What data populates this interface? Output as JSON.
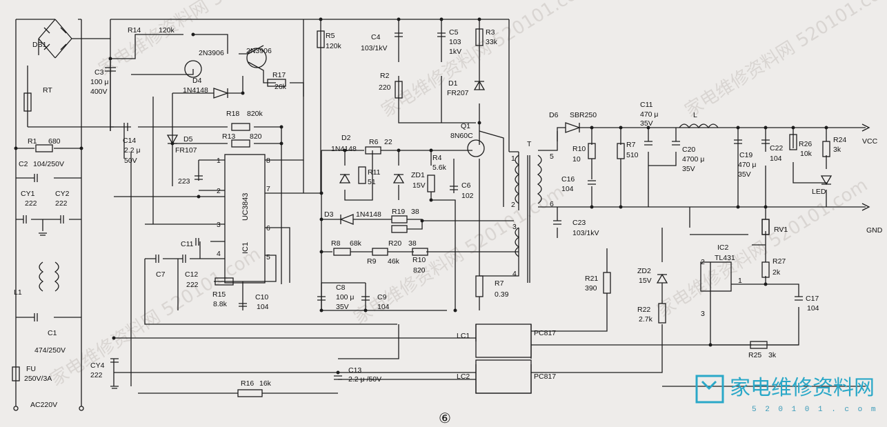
{
  "labels": {
    "DB1": "DB1",
    "RT": "RT",
    "R1": "R1",
    "R1v": "680",
    "C2": "C2",
    "C2v": "104/250V",
    "CY1": "CY1",
    "CY1v": "222",
    "CY2": "CY2",
    "CY2v": "222",
    "L1": "L1",
    "C1": "C1",
    "C1v": "474/250V",
    "FU": "FU",
    "FUv": "250V/3A",
    "AC": "AC220V",
    "R14": "R14",
    "R14v": "120k",
    "Q_A": "2N3906",
    "Q_B": "2N3906",
    "C3": "C3",
    "C3v1": "100 μ",
    "C3v2": "400V",
    "D4": "D4",
    "D4v": "1N4148",
    "R17": "R17",
    "R17v": "26k",
    "R18": "R18",
    "R18v": "820k",
    "C14": "C14",
    "C14v1": "2.2 μ",
    "C14v2": "50V",
    "D5": "D5",
    "D5v": "FR107",
    "R13": "R13",
    "R13v": "820",
    "C223": "223",
    "IC1": "IC1",
    "UC": "UC3843",
    "C11": "C11",
    "C7": "C7",
    "C12": "C12",
    "C12v": "222",
    "R15": "R15",
    "R15v": "8.8k",
    "C10": "C10",
    "C10v": "104",
    "p1": "1",
    "p2": "2",
    "p3": "3",
    "p4": "4",
    "p5": "5",
    "p6": "6",
    "p7": "7",
    "p8": "8",
    "R5": "R5",
    "R5v": "120k",
    "C4": "C4",
    "C4v": "103/1kV",
    "C5": "C5",
    "C5v1": "103",
    "C5v2": "1kV",
    "R3": "R3",
    "R3v": "33k",
    "R2": "R2",
    "R2v": "220",
    "D1": "D1",
    "D1v": "FR207",
    "Q1": "Q1",
    "Q1v": "8N60C",
    "D2": "D2",
    "D2v": "1N4148",
    "R6": "R6",
    "R6v": "22",
    "R11": "R11",
    "R11v": "51",
    "R4": "R4",
    "R4v": "5.6k",
    "ZD1": "ZD1",
    "ZD1v": "15V",
    "C6": "C6",
    "C6v": "102",
    "D3": "D3",
    "D3v": "1N4148",
    "R19": "R19",
    "R19v": "38",
    "R8": "R8",
    "R8v": "68k",
    "R20": "R20",
    "R20v": "38",
    "R9": "R9",
    "R9v": "46k",
    "R10b": "R10",
    "R10bv": "820",
    "C8": "C8",
    "C8v1": "100 μ",
    "C8v2": "35V",
    "C9": "C9",
    "C9v": "104",
    "R7": "R7",
    "R7v": "0.39",
    "T": "T",
    "t1": "1",
    "t2": "2",
    "t3": "3",
    "t4": "4",
    "t5": "5",
    "t6": "6",
    "D6": "D6",
    "D6v": "SBR250",
    "R10": "R10",
    "R10v": "10",
    "C16": "C16",
    "C16v": "104",
    "C23": "C23",
    "C23v": "103/1kV",
    "C11b": "C11",
    "C11bv1": "470 μ",
    "C11bv2": "35V",
    "R7b": "R7",
    "R7bv": "510",
    "C20": "C20",
    "C20v1": "4700 μ",
    "C20v2": "35V",
    "L": "L",
    "C19": "C19",
    "C19v1": "470 μ",
    "C19v2": "35V",
    "C22": "C22",
    "C22v": "104",
    "R26": "R26",
    "R26v": "10k",
    "R24": "R24",
    "R24v": "3k",
    "LED": "LED",
    "VCC": "VCC",
    "GND": "GND",
    "RV1": "RV1",
    "IC2": "IC2",
    "IC2v": "TL431",
    "R27": "R27",
    "R27v": "2k",
    "C17": "C17",
    "C17v": "104",
    "R21": "R21",
    "R21v": "390",
    "ZD2": "ZD2",
    "ZD2v": "15V",
    "R22": "R22",
    "R22v": "2.7k",
    "R25": "R25",
    "R25v": "3k",
    "LC1": "LC1",
    "LC2": "LC2",
    "PC1": "PC817",
    "PC2": "PC817",
    "CY4": "CY4",
    "CY4v": "222",
    "R16": "R16",
    "R16v": "16k",
    "C13": "C13",
    "C13v": "2.2 μ /50V",
    "ic2p1": "1",
    "ic2p2": "2",
    "ic2p3": "3"
  },
  "figure_number": "⑥",
  "watermark": {
    "logo_text": "家电维修资料网",
    "logo_url": "5 2 0 1 0 1 . c o m",
    "bg_text": "家电维修资料网 520101.com"
  }
}
